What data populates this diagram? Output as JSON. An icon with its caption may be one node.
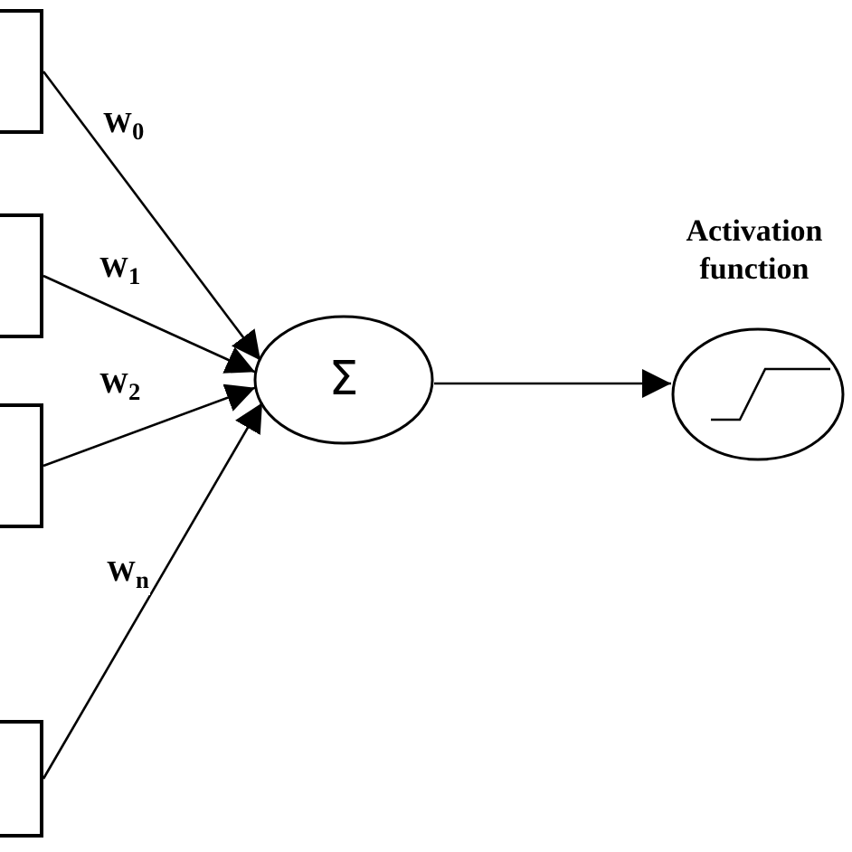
{
  "diagram": {
    "nodes": [
      {
        "text": [],
        "shape": "box"
      },
      {
        "text": [],
        "shape": "box"
      },
      {
        "text": [],
        "shape": "box"
      },
      {
        "text": [],
        "shape": "box"
      },
      {
        "text": [
          "Σ"
        ]
      },
      {
        "text": [
          "Activation function"
        ]
      }
    ],
    "edges": [
      {
        "from": 0,
        "to": 4,
        "arrow": "to",
        "label": "W$_{0}$"
      },
      {
        "from": 1,
        "to": 4,
        "arrow": "to",
        "label": "W$_{1}$"
      },
      {
        "from": 2,
        "to": 4,
        "arrow": "to",
        "label": "W$_{2}$"
      },
      {
        "from": 3,
        "to": 4,
        "arrow": "to",
        "label": "W$_{n}$"
      },
      {
        "from": 4,
        "to": 5,
        "arrow": "to"
      }
    ]
  }
}
